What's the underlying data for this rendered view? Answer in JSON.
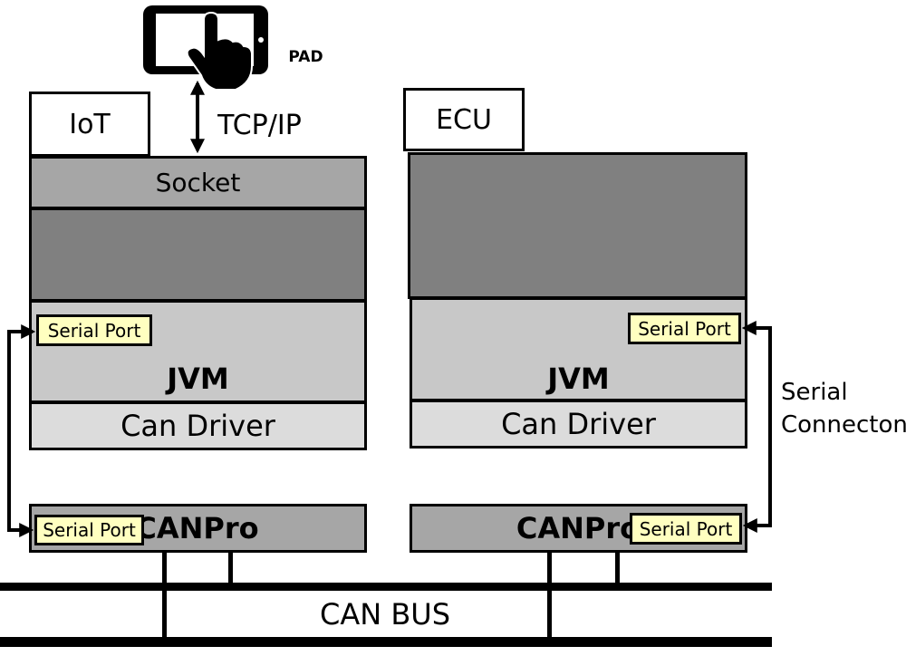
{
  "pad": {
    "label": "PAD",
    "icon": "tablet-hand-icon"
  },
  "link": {
    "label": "TCP/IP"
  },
  "iot": {
    "title": "IoT",
    "socket": "Socket",
    "serial_port": "Serial Port",
    "jvm": "JVM",
    "can_driver": "Can Driver",
    "canpro": "CANPro",
    "canpro_serial_port": "Serial Port"
  },
  "ecu": {
    "title": "ECU",
    "serial_port": "Serial Port",
    "jvm": "JVM",
    "can_driver": "Can Driver",
    "canpro": "CANPro",
    "canpro_serial_port": "Serial Port"
  },
  "serial_connection": {
    "line1": "Serial",
    "line2": "Connecton"
  },
  "bus": {
    "label": "CAN BUS"
  },
  "colors": {
    "dark_gray": "#808080",
    "mid_gray": "#a6a6a6",
    "light_gray": "#d9d9d9",
    "serial_fill": "#ffffc0"
  }
}
